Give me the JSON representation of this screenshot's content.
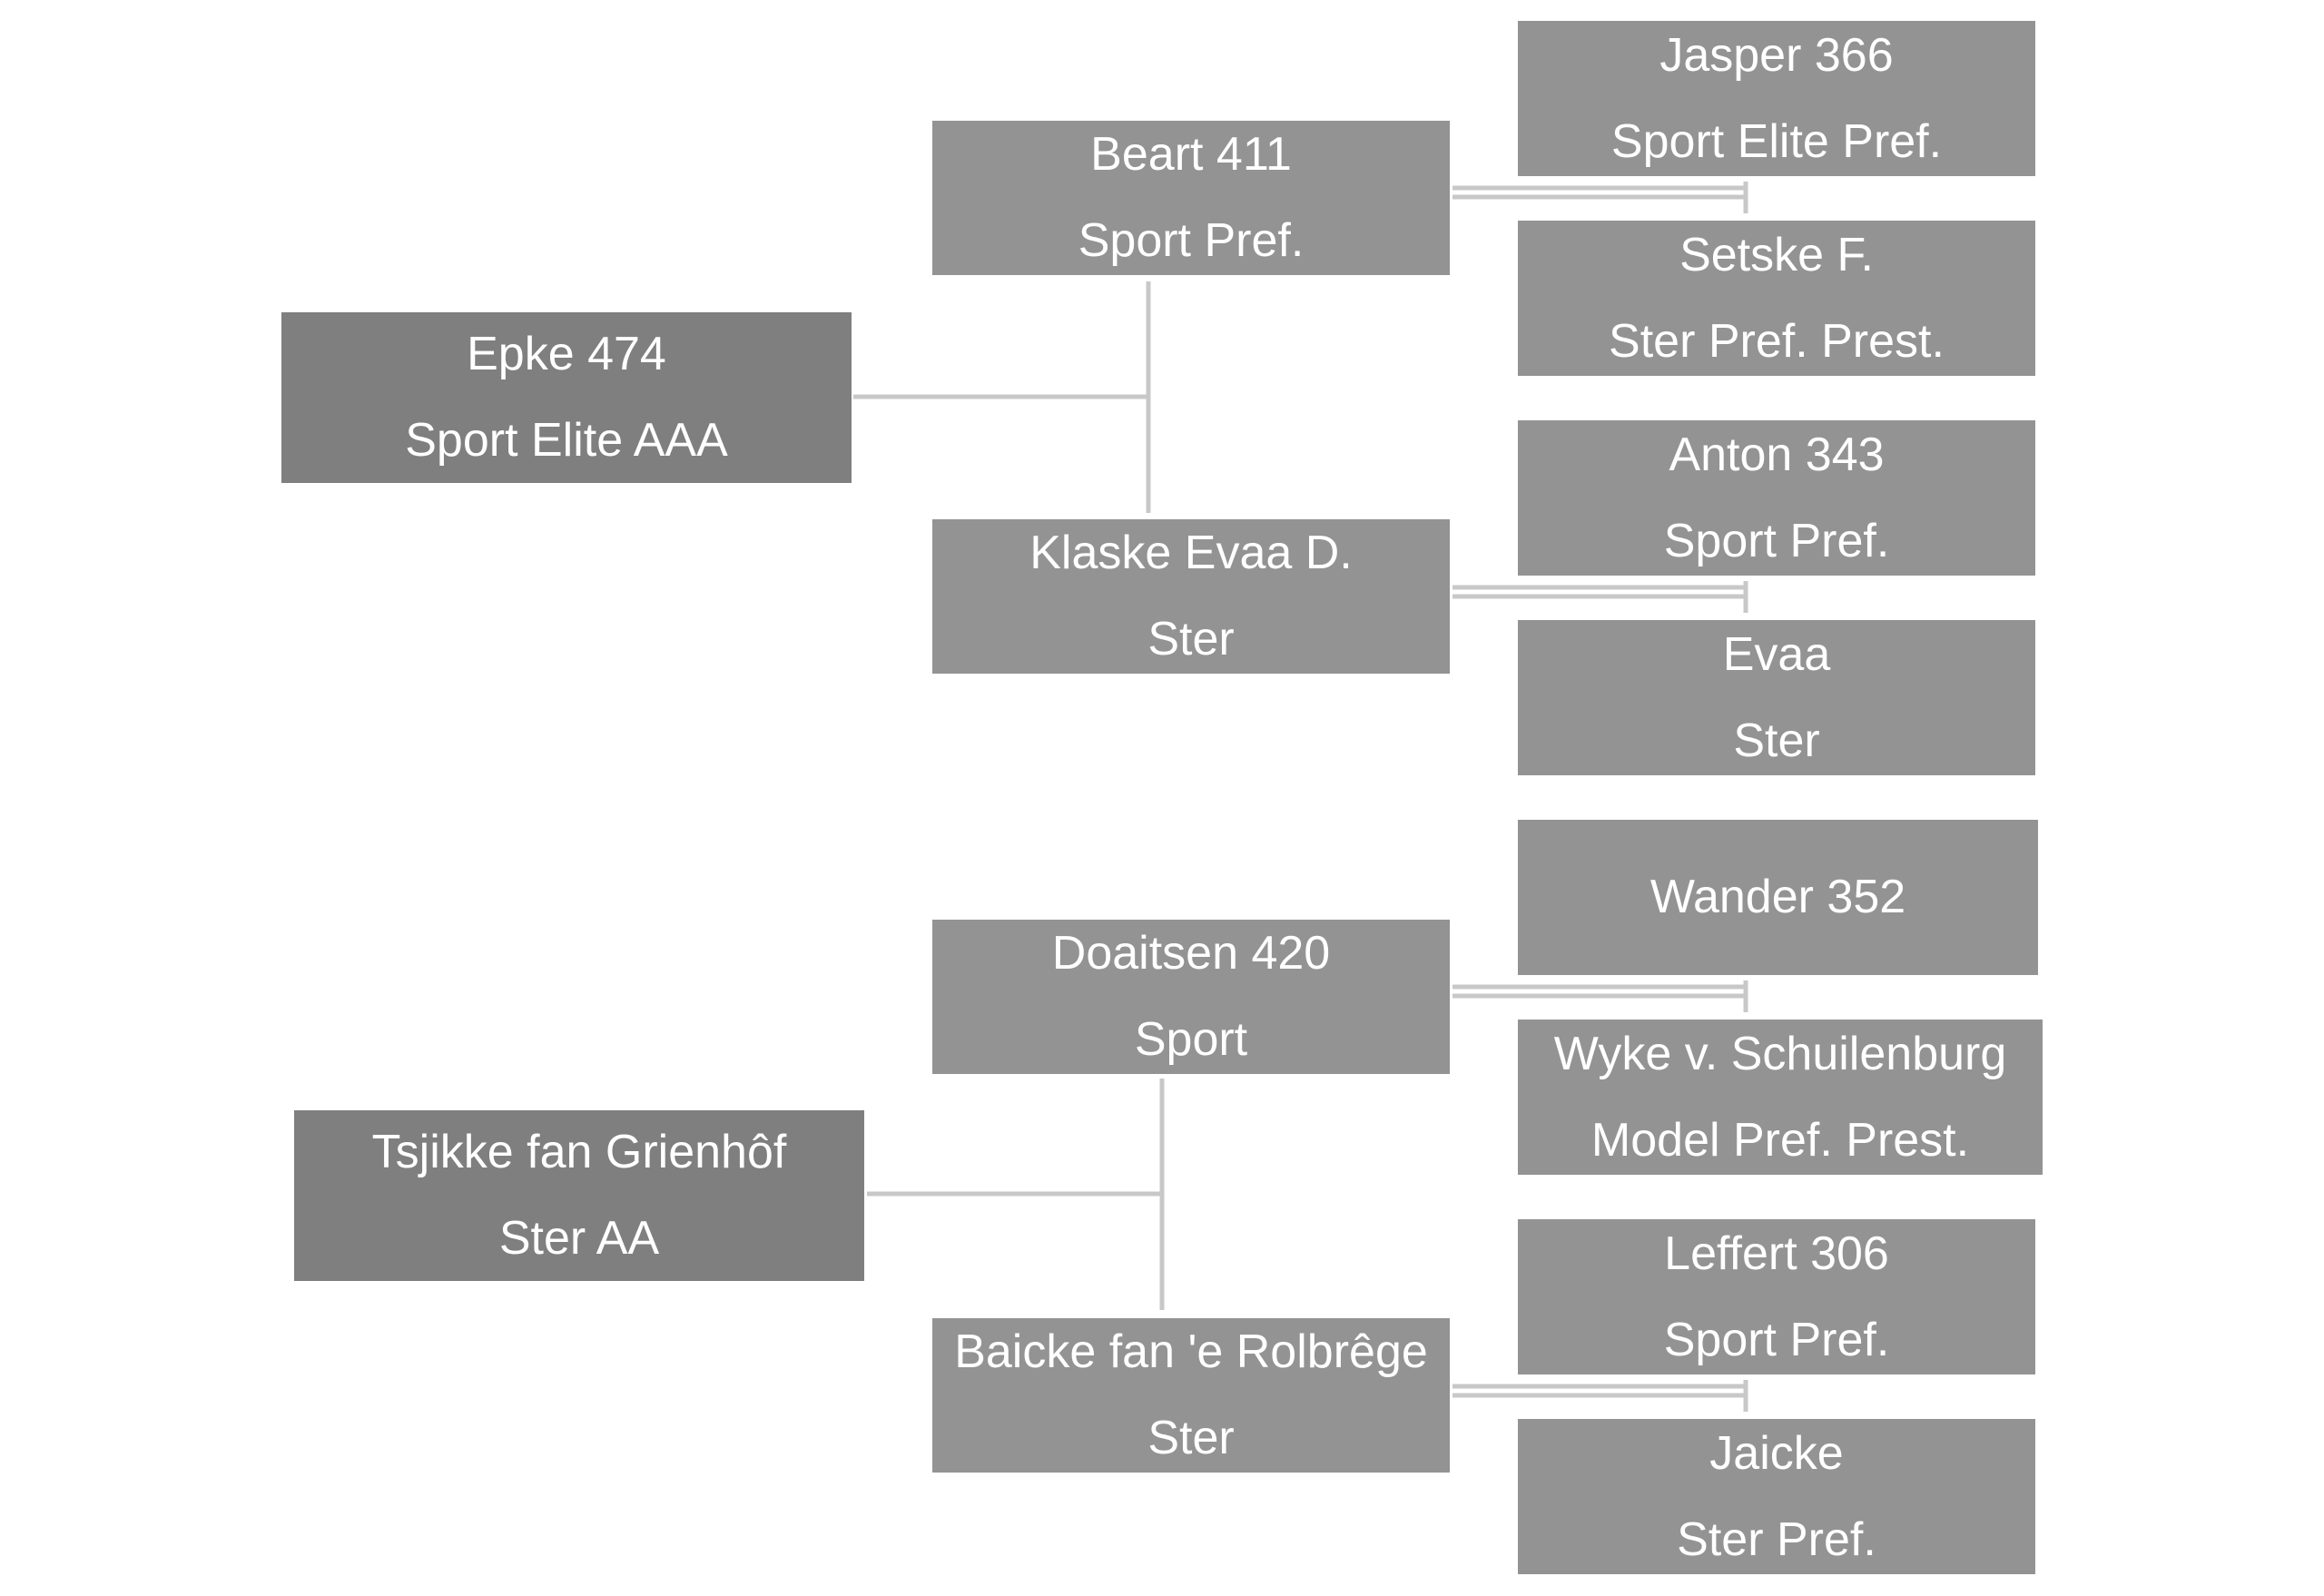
{
  "pedigree": {
    "top": {
      "horse": {
        "name": "Epke 474",
        "grade": "Sport Elite AAA"
      },
      "sire": {
        "name": "Beart 411",
        "grade": "Sport Pref."
      },
      "dam": {
        "name": "Klaske Evaa D.",
        "grade": "Ster"
      },
      "sire_sire": {
        "name": "Jasper 366",
        "grade": "Sport Elite Pref."
      },
      "sire_dam": {
        "name": "Setske F.",
        "grade": "Ster Pref. Prest."
      },
      "dam_sire": {
        "name": "Anton 343",
        "grade": "Sport Pref."
      },
      "dam_dam": {
        "name": "Evaa",
        "grade": "Ster"
      }
    },
    "bottom": {
      "horse": {
        "name": "Tsjikke fan Grienhôf",
        "grade": "Ster AA"
      },
      "sire": {
        "name": "Doaitsen 420",
        "grade": "Sport"
      },
      "dam": {
        "name": "Baicke fan 'e Rolbrêge",
        "grade": "Ster"
      },
      "sire_sire": {
        "name": "Wander 352"
      },
      "sire_dam": {
        "name": "Wyke v. Schuilenburg",
        "grade": "Model Pref. Prest."
      },
      "dam_sire": {
        "name": "Leffert 306",
        "grade": "Sport Pref."
      },
      "dam_dam": {
        "name": "Jaicke",
        "grade": "Ster Pref."
      }
    }
  }
}
